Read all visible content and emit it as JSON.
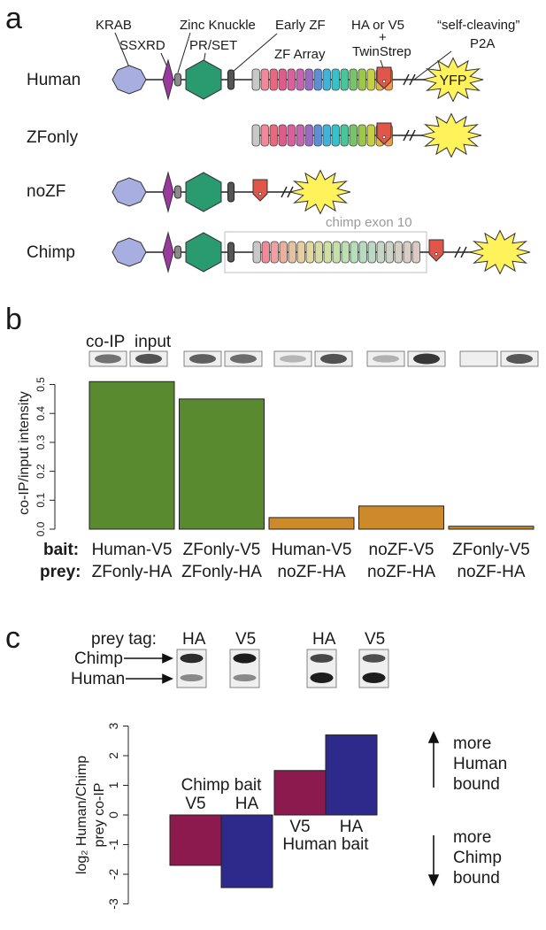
{
  "panel_a": {
    "letter": "a",
    "domain_labels": {
      "krab": "KRAB",
      "ssxrd": "SSXRD",
      "zinc_knuckle": "Zinc Knuckle",
      "pr_set": "PR/SET",
      "early_zf": "Early ZF",
      "zf_array": "ZF Array",
      "tag": "HA or V5",
      "plus": "+",
      "twinstrep": "TwinStrep",
      "self_cleaving": "“self-cleaving”",
      "p2a": "P2A",
      "yfp": "YFP",
      "chimp_exon": "chimp exon 10"
    },
    "constructs": [
      "Human",
      "ZFonly",
      "noZF",
      "Chimp"
    ],
    "zf_colors": [
      "#c8c8c8",
      "#f08a9b",
      "#e8697d",
      "#e05a8a",
      "#d9609e",
      "#c266ad",
      "#9a6bc0",
      "#5d8fd6",
      "#3fb3d9",
      "#36c2c9",
      "#48c59b",
      "#79c46b",
      "#9cc74b",
      "#c7cf45",
      "#e0b548",
      "#ef9a4d",
      "#f07f5a",
      "#e55a6d",
      "#c8c8c8"
    ],
    "colors": {
      "krab": "#a8aee0",
      "ssxrd": "#9b3a9e",
      "pr_set": "#2a9a70",
      "tag": "#e0574a",
      "yfp": "#fff25a",
      "knuckle": "#8a8a8a"
    }
  },
  "panel_b": {
    "letter": "b",
    "blot_labels": {
      "coip": "co-IP",
      "input": "input"
    },
    "row_labels": {
      "bait": "bait:",
      "prey": "prey:"
    },
    "chart_data": {
      "type": "bar",
      "ylabel": "co-IP/input intensity",
      "ylim": [
        0,
        0.52
      ],
      "yticks": [
        0.0,
        0.1,
        0.2,
        0.3,
        0.4,
        0.5
      ],
      "bars": [
        {
          "bait": "Human-V5",
          "prey": "ZFonly-HA",
          "value": 0.51,
          "color": "#5a8a30"
        },
        {
          "bait": "ZFonly-V5",
          "prey": "ZFonly-HA",
          "value": 0.45,
          "color": "#5a8a30"
        },
        {
          "bait": "Human-V5",
          "prey": "noZF-HA",
          "value": 0.04,
          "color": "#cc8a2a"
        },
        {
          "bait": "noZF-V5",
          "prey": "noZF-HA",
          "value": 0.08,
          "color": "#cc8a2a"
        },
        {
          "bait": "ZFonly-V5",
          "prey": "noZF-HA",
          "value": 0.01,
          "color": "#cc8a2a"
        }
      ]
    }
  },
  "panel_c": {
    "letter": "c",
    "prey_tag_label": "prey tag:",
    "tags": [
      "HA",
      "V5",
      "HA",
      "V5"
    ],
    "band_labels": {
      "chimp": "Chimp",
      "human": "Human"
    },
    "chart_data": {
      "type": "bar",
      "ylabel_line1": "log₂ Human/Chimp",
      "ylabel_line2": "prey co-IP",
      "ylim": [
        -3,
        3
      ],
      "yticks": [
        -3,
        -2,
        -1,
        0,
        1,
        2,
        3
      ],
      "groups": [
        {
          "name": "Chimp bait",
          "bars": [
            {
              "tag": "V5",
              "value": -1.7,
              "color": "#8c1a4e"
            },
            {
              "tag": "HA",
              "value": -2.45,
              "color": "#2e2a8c"
            }
          ]
        },
        {
          "name": "Human bait",
          "bars": [
            {
              "tag": "V5",
              "value": 1.5,
              "color": "#8c1a4e"
            },
            {
              "tag": "HA",
              "value": 2.7,
              "color": "#2e2a8c"
            }
          ]
        }
      ],
      "annotations": {
        "up": [
          "more",
          "Human",
          "bound"
        ],
        "down": [
          "more",
          "Chimp",
          "bound"
        ]
      }
    }
  }
}
